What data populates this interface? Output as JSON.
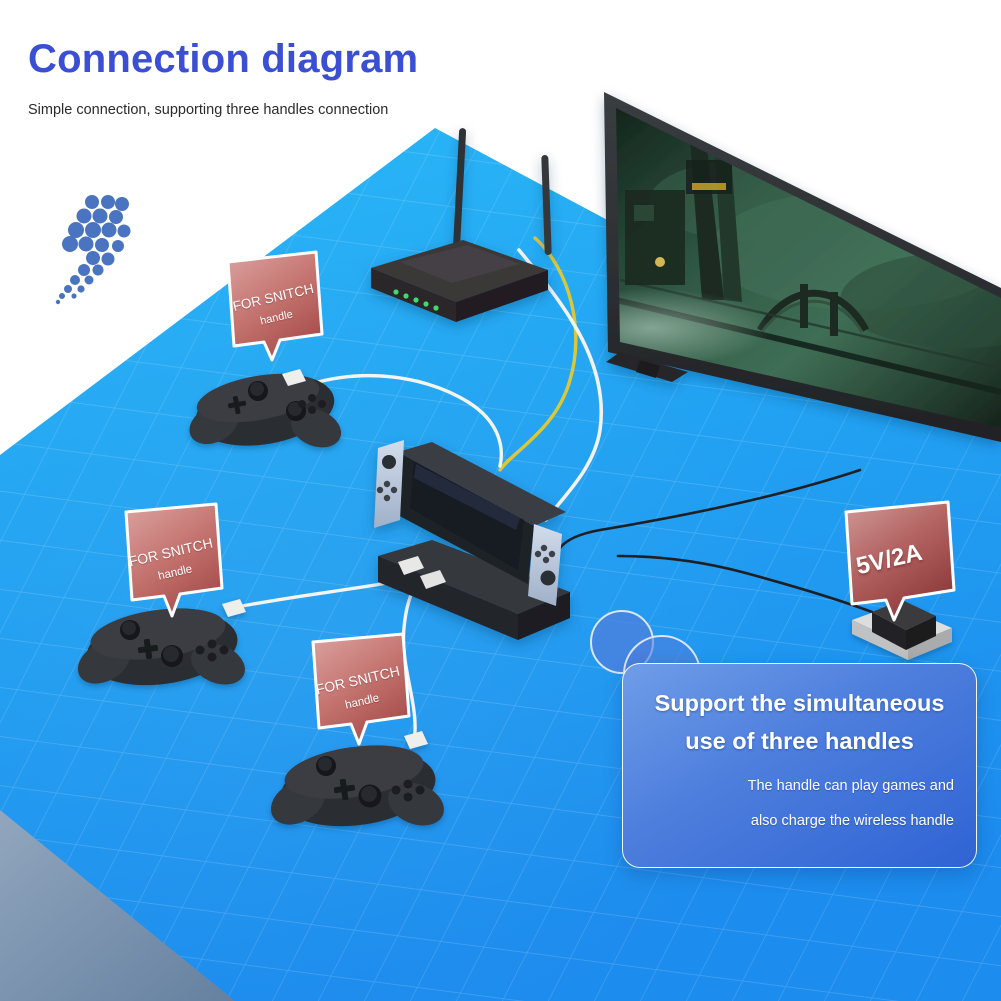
{
  "header": {
    "title": "Connection diagram",
    "subtitle": "Simple connection, supporting three handles connection",
    "title_color": "#3a4fd4"
  },
  "scene": {
    "floor_color_top": "#29b6f6",
    "floor_color_bottom": "#1f90ef",
    "backdrop_color": "#ffffff",
    "corner_color": "#6d87a8",
    "decor": {
      "bolt_name": "lightning-bolt-dots",
      "bolt_color": "#4a74c0"
    }
  },
  "devices": {
    "tv": {
      "name": "television",
      "bezel_color": "#2b2d30",
      "screen_scene": "dark green bridge and tower game scene"
    },
    "router": {
      "name": "wifi-router",
      "body_color": "#2f2d2e",
      "antennas": 2,
      "led_count": 5,
      "led_color": "#3ddc6a",
      "cable_color": "#e2c72b"
    },
    "console": {
      "name": "handheld-game-console-dock",
      "body_color": "#2a2c31",
      "joycon_color": "#c3cede",
      "usb_ports": 2
    },
    "power_adapter": {
      "name": "power-adapter",
      "body_color": "#2a2a2c",
      "plate_color": "#d9dadb"
    },
    "controllers": [
      {
        "name": "game-controller-top",
        "body_color": "#2e3033"
      },
      {
        "name": "game-controller-left",
        "body_color": "#2e3033"
      },
      {
        "name": "game-controller-bottom",
        "body_color": "#2e3033"
      }
    ]
  },
  "tags": [
    {
      "id": "tag-sw1",
      "line1": "FOR SNITCH",
      "line2": "handle",
      "color": "#c8736f"
    },
    {
      "id": "tag-sw2",
      "line1": "FOR SNITCH",
      "line2": "handle",
      "color": "#c8736f"
    },
    {
      "id": "tag-sw3",
      "line1": "FOR SNITCH",
      "line2": "handle",
      "color": "#c8736f"
    },
    {
      "id": "tag-power",
      "line1": "5V/2A",
      "line2": "",
      "color": "#b9615f"
    }
  ],
  "info_card": {
    "heading_line1": "Support the simultaneous",
    "heading_line2": "use of three handles",
    "body_line1": "The handle can play games and",
    "body_line2": "also charge the wireless handle",
    "bg_color": "#3f72d9"
  }
}
